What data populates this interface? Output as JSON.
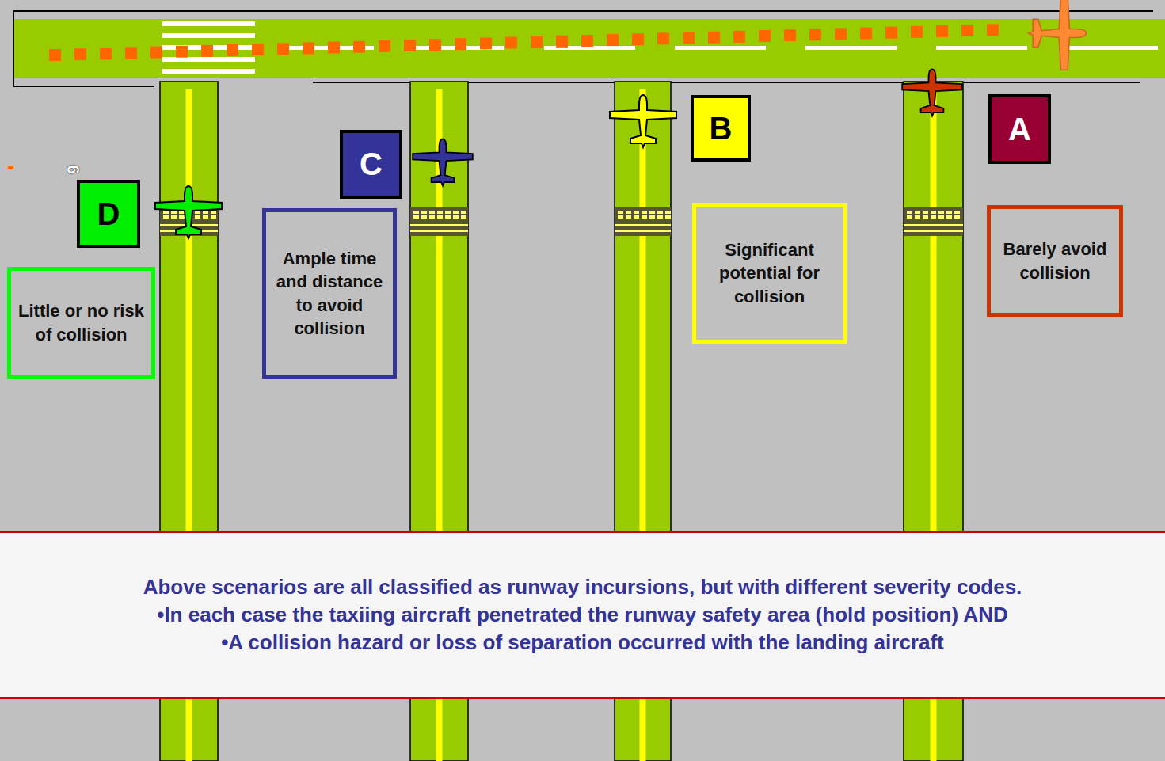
{
  "diagram": {
    "nodes": [
      {
        "text": [
          "D"
        ]
      },
      {
        "text": [
          "Little or no risk of collision"
        ]
      },
      {
        "text": [
          "C"
        ]
      },
      {
        "text": [
          "Ample time and distance to avoid collision"
        ]
      },
      {
        "text": [
          "B"
        ]
      },
      {
        "text": [
          "Significant potential for collision"
        ]
      },
      {
        "text": [
          "A"
        ]
      },
      {
        "text": [
          "Barely avoid collision"
        ]
      },
      {
        "text": [
          "Above scenarios are all classified as runway incursions, but with different severity codes.",
          "•In each case the taxiing aircraft penetrated the runway safety area (hold position) AND",
          "•A collision hazard or loss of separation occurred with the landing aircraft"
        ]
      }
    ],
    "labels": [
      "6"
    ]
  }
}
